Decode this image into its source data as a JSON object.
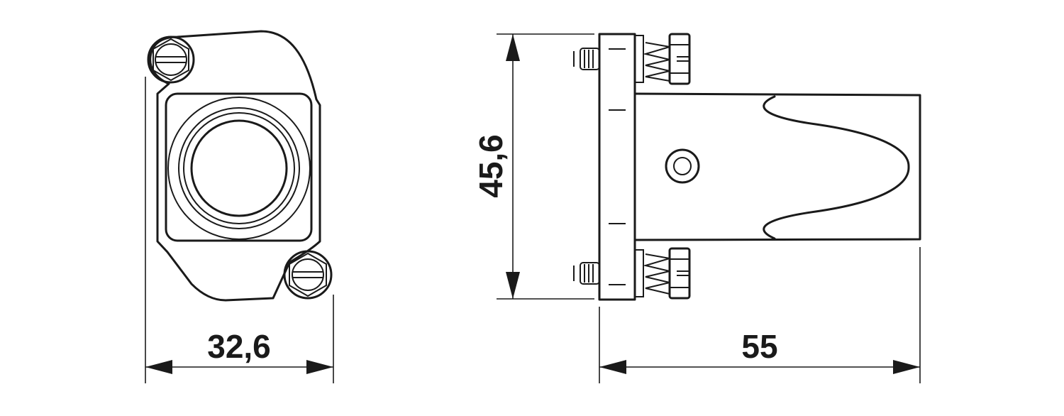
{
  "dimensions": {
    "width_front": "32,6",
    "height_side": "45,6",
    "length_side": "55"
  }
}
